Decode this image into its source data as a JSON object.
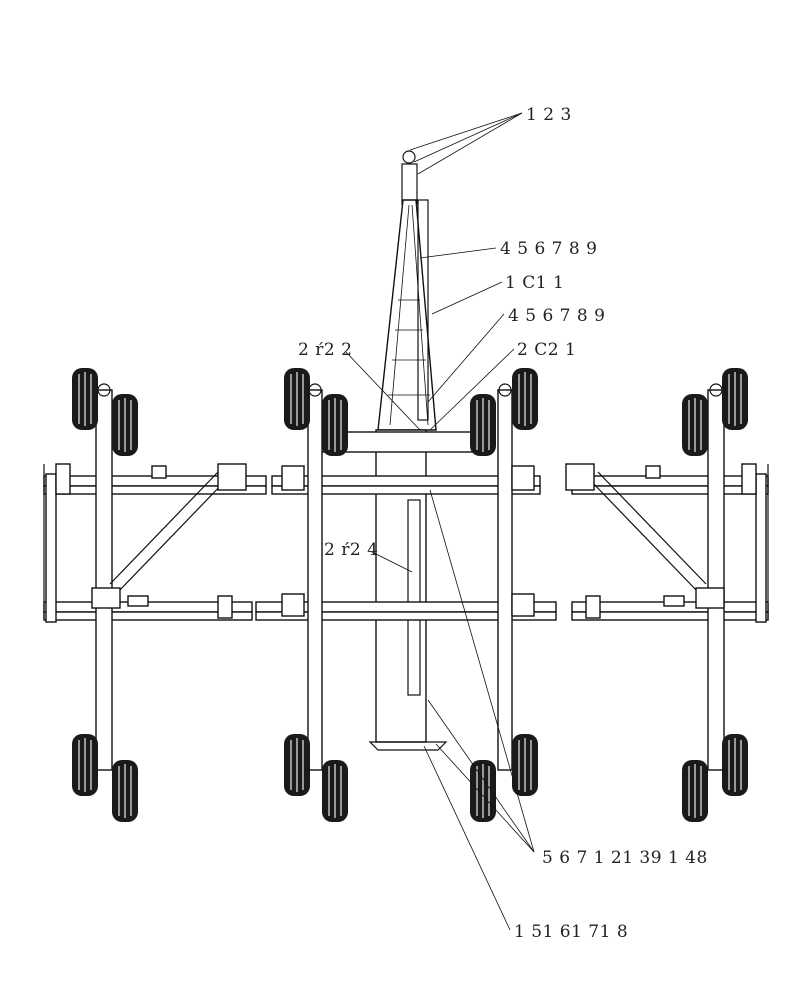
{
  "callouts": {
    "c1": "1   2   3",
    "c2": "4   5   6   7   8   9",
    "c3": "1  C1  1",
    "c4": "4   5   6   7   8   9",
    "c5": "2  C2  1",
    "c6": "2  ŕ2  2",
    "c7": "2  ŕ2  4",
    "c8": "5   6   7 1  21  39  1  48",
    "c9": "1  51  61  71  8"
  },
  "colors": {
    "line": "#111111",
    "tire": "#1a1a1a",
    "background": "#ffffff"
  }
}
